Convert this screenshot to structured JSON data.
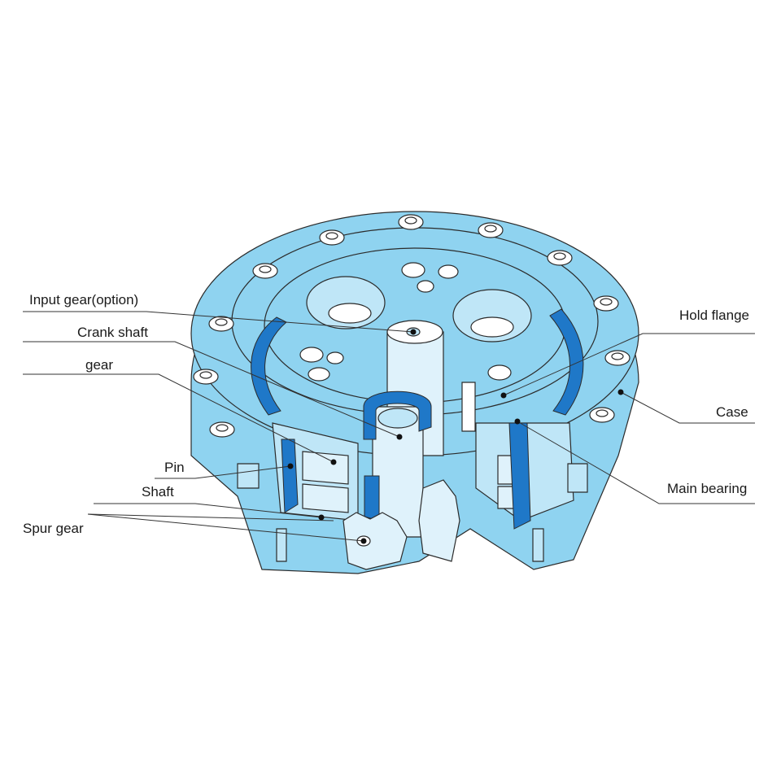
{
  "colors": {
    "body": "#8fd3f0",
    "light": "#bfe6f7",
    "pale": "#dff2fb",
    "dark": "#1f78c8",
    "stroke": "#2b2b2b"
  },
  "labels": {
    "input_gear": "Input gear(option)",
    "crank_shaft": "Crank shaft",
    "gear": "gear",
    "pin": "Pin",
    "shaft": "Shaft",
    "spur_gear": "Spur gear",
    "hold_flange": "Hold flange",
    "case": "Case",
    "main_bearing": "Main bearing"
  }
}
